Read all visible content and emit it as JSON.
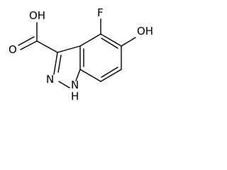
{
  "structure": {
    "labels": {
      "fluoro": "F",
      "carboxyl_oh": "OH",
      "carbonyl_o": "O",
      "hydroxyl": "OH",
      "ring_n": "N",
      "nh": "N",
      "nh_h": "H"
    }
  }
}
